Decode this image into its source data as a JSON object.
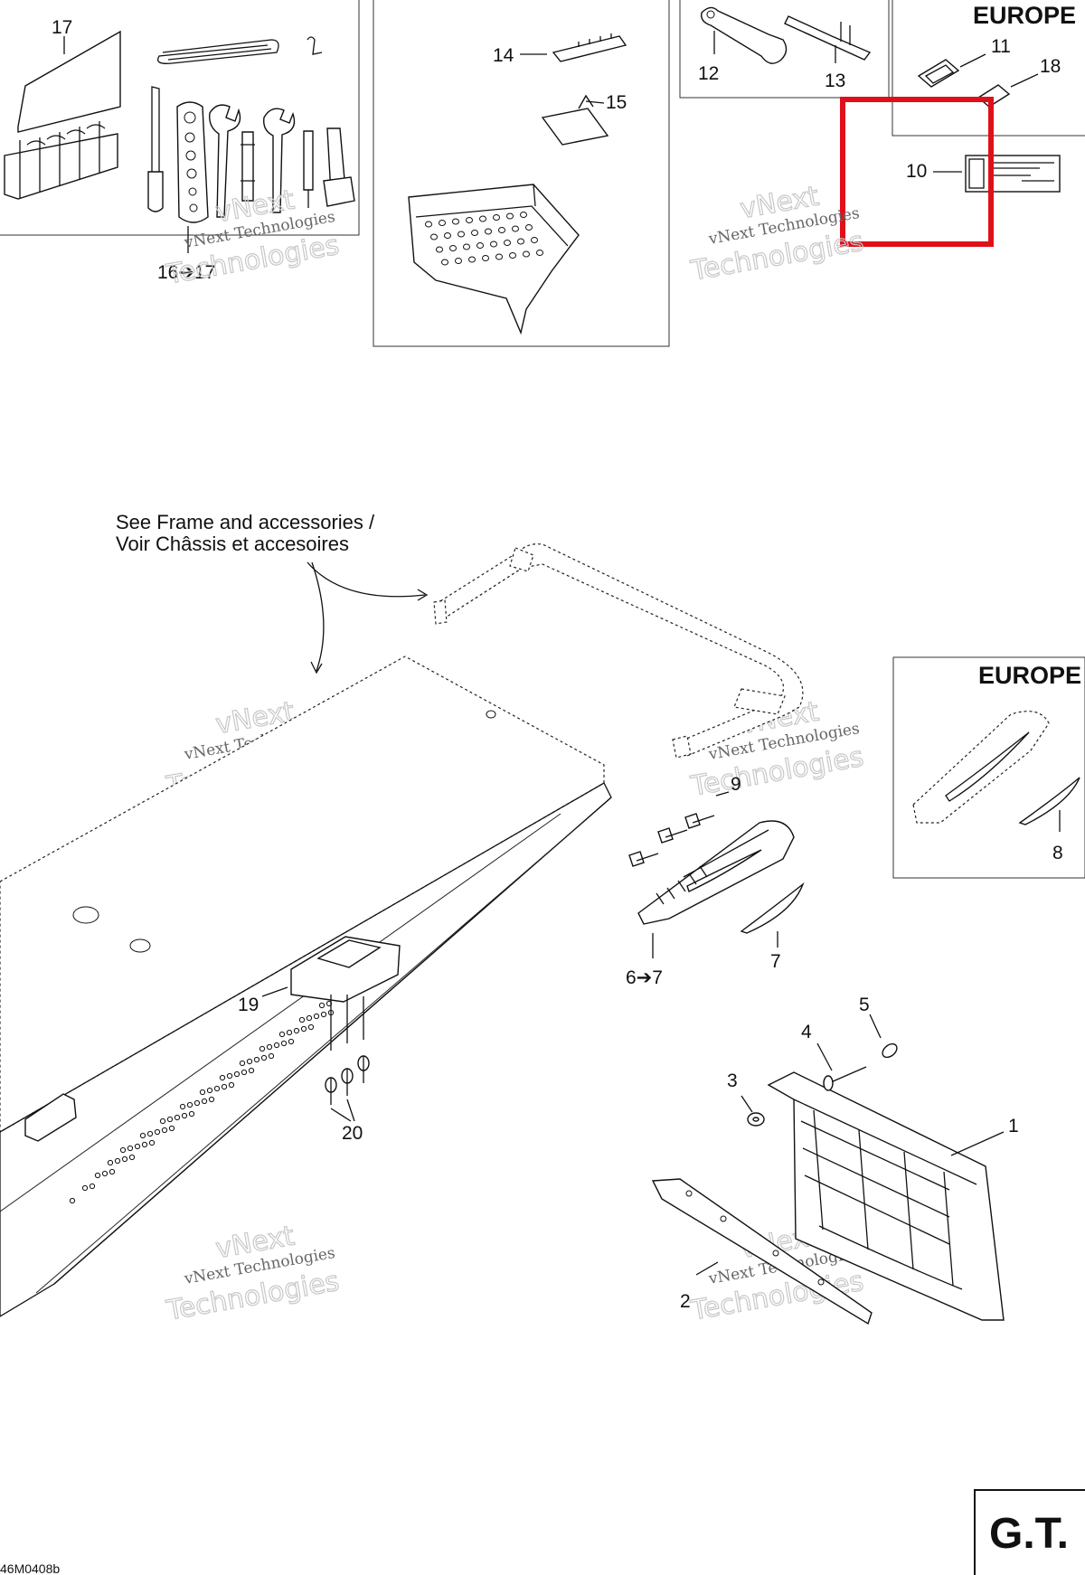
{
  "regions": {
    "top_right": "EUROPE",
    "mid_right": "EUROPE"
  },
  "note": {
    "line1": "See Frame and accessories /",
    "line2": "Voir Châssis et accesoires"
  },
  "callouts": {
    "p1": "1",
    "p2": "2",
    "p3": "3",
    "p4": "4",
    "p5": "5",
    "p6_7": "6➔7",
    "p7": "7",
    "p8": "8",
    "p9": "9",
    "p10": "10",
    "p11": "11",
    "p12": "12",
    "p13": "13",
    "p14": "14",
    "p15": "15",
    "p16_17": "16➔17",
    "p17": "17",
    "p18": "18",
    "p19": "19",
    "p20": "20"
  },
  "model_badge": "G.T.",
  "drawing_code": "46M0408b",
  "watermark": {
    "line1": "vNext Technologies",
    "line2": "Technologies",
    "line3": "vNext"
  },
  "highlight_color": "#e0101a"
}
